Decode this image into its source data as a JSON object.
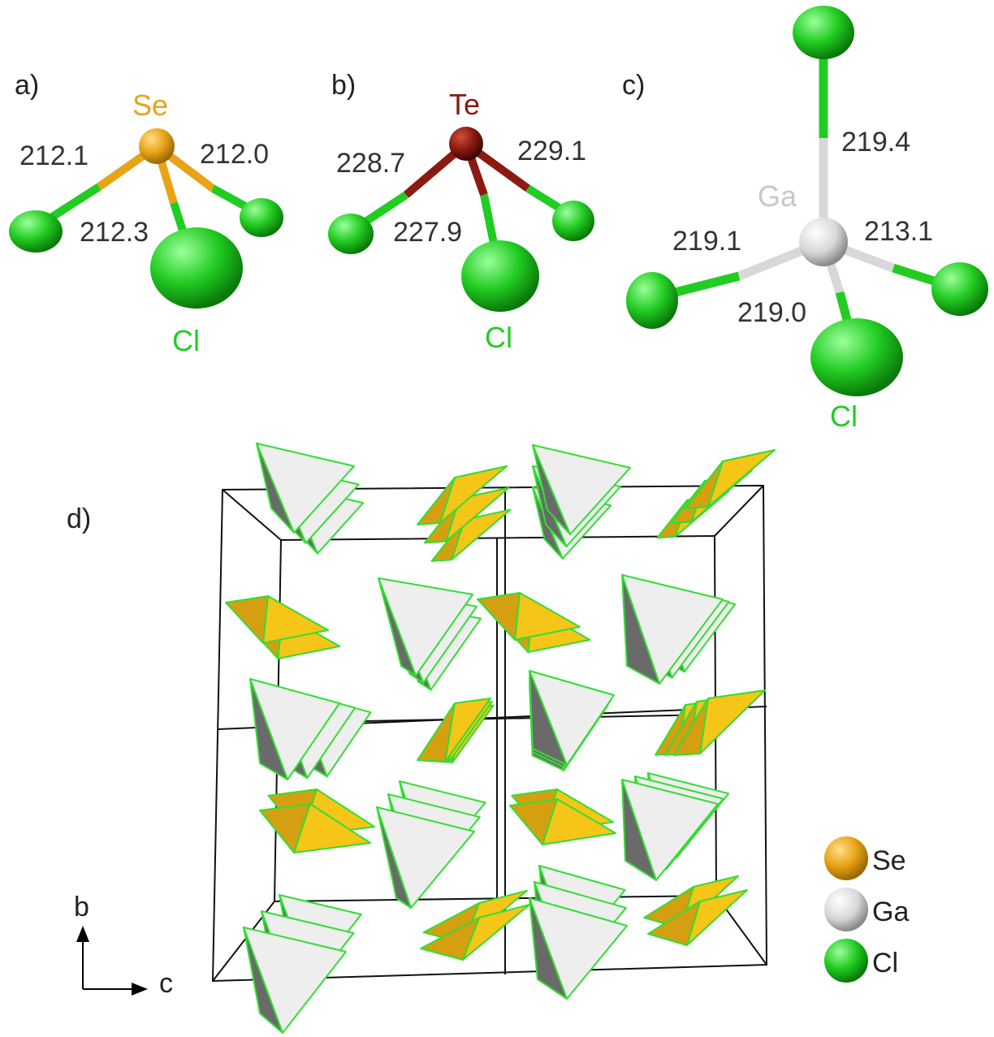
{
  "colors": {
    "se": "#e8a317",
    "te": "#8b1a10",
    "ga": "#d8d8d8",
    "cl": "#22cc22",
    "se_poly_light": "#f5c518",
    "se_poly_dark": "#d4a012",
    "ga_poly_light": "#eeeeee",
    "ga_poly_dark": "#6a6a6a",
    "poly_edge": "#33dd33",
    "text": "#333333"
  },
  "panel_a": {
    "label": "a)",
    "center_atom": "Se",
    "ligand_atom": "Cl",
    "bond_lengths": [
      "212.1",
      "212.0",
      "212.3"
    ]
  },
  "panel_b": {
    "label": "b)",
    "center_atom": "Te",
    "ligand_atom": "Cl",
    "bond_lengths": [
      "228.7",
      "229.1",
      "227.9"
    ]
  },
  "panel_c": {
    "label": "c)",
    "center_atom": "Ga",
    "ligand_atom": "Cl",
    "bond_lengths": [
      "219.4",
      "219.1",
      "213.1",
      "219.0"
    ]
  },
  "panel_d": {
    "label": "d)",
    "axes": {
      "vertical": "b",
      "horizontal": "c"
    }
  },
  "legend": [
    {
      "atom": "Se",
      "icon": "se-sphere-icon"
    },
    {
      "atom": "Ga",
      "icon": "ga-sphere-icon"
    },
    {
      "atom": "Cl",
      "icon": "cl-sphere-icon"
    }
  ]
}
